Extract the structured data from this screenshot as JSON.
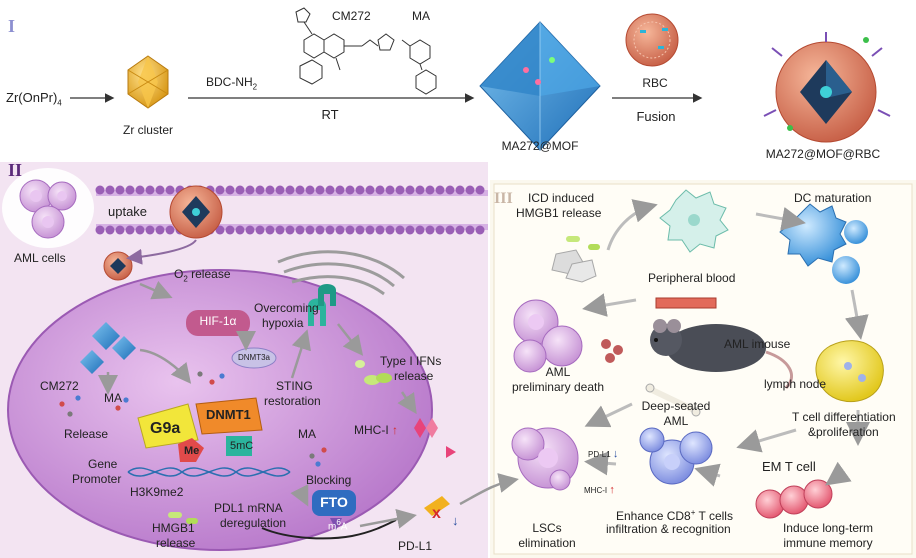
{
  "colors": {
    "panel1_bg": "#ffffff",
    "panel2_bg": "#f3e4f2",
    "panel3_bg": "#fbf8ee",
    "roman1": "#8c8fd0",
    "roman2": "#5b2a7a",
    "roman3": "#c9b6a6",
    "cell_purple": "#c98fd6",
    "mof_blue": "#3a8fd0",
    "rbc_salmon": "#e08a6a",
    "red_accent": "#d42b2b"
  },
  "panel1": {
    "label": "I",
    "reagent": "Zr(OnPr)",
    "reagent_sub": "4",
    "zr_cluster": "Zr cluster",
    "linker": "BDC-NH",
    "linker_sub": "2",
    "drug1": "CM272",
    "drug2": "MA",
    "condition": "RT",
    "mof_label": "MA272@MOF",
    "rbc_label": "RBC",
    "fusion_label": "Fusion",
    "final_label": "MA272@MOF@RBC"
  },
  "panel2": {
    "label": "II",
    "aml_cells": "AML cells",
    "uptake": "uptake",
    "o2_release": "O",
    "o2_sub": "2",
    "o2_suffix": " release",
    "hif": "HIF-1α",
    "overcoming": "Overcoming",
    "hypoxia": "hypoxia",
    "dnmt3a": "DNMT3a",
    "sting": "STING",
    "restoration": "restoration",
    "type_ifn": "Type I IFNs",
    "type_ifn2": "release",
    "cm272": "CM272",
    "ma": "MA",
    "release": "Release",
    "g9a": "G9a",
    "dnmt1": "DNMT1",
    "me": "Me",
    "fivemc": "5mC",
    "gene": "Gene",
    "promoter": "Promoter",
    "h3k9me2": "H3K9me2",
    "mhc": "MHC-I",
    "ma2": "MA",
    "blocking": "Blocking",
    "pdl1_mrna": "PDL1 mRNA",
    "dereg": "deregulation",
    "fto": "FTO",
    "m6a": "m",
    "m6a_sup": "6",
    "m6a_suffix": "A",
    "hmgb1": "HMGB1",
    "hmgb1_2": "release",
    "pdl1": "PD-L1"
  },
  "panel3": {
    "label": "III",
    "icd": "ICD induced",
    "icd2": "HMGB1 release",
    "dc": "DC maturation",
    "peripheral": "Peripheral blood",
    "aml_mouse": "AML imouse",
    "aml_death": "AML",
    "aml_death2": "preliminary death",
    "lymph": "lymph node",
    "deep": "Deep-seated",
    "deep2": "AML",
    "tcell_diff": "T cell differentiation",
    "tcell_diff2": "&proliferation",
    "em": "EM T cell",
    "pdl1": "PD-L1",
    "mhc": "MHC-I",
    "lsc": "LSCs",
    "lsc2": "elimination",
    "enhance": "Enhance CD8",
    "enhance_sup": "+",
    "enhance_suffix": " T cells",
    "enhance2": "infiltration & recognition",
    "memory": "Induce long-term",
    "memory2": "immune memory"
  }
}
